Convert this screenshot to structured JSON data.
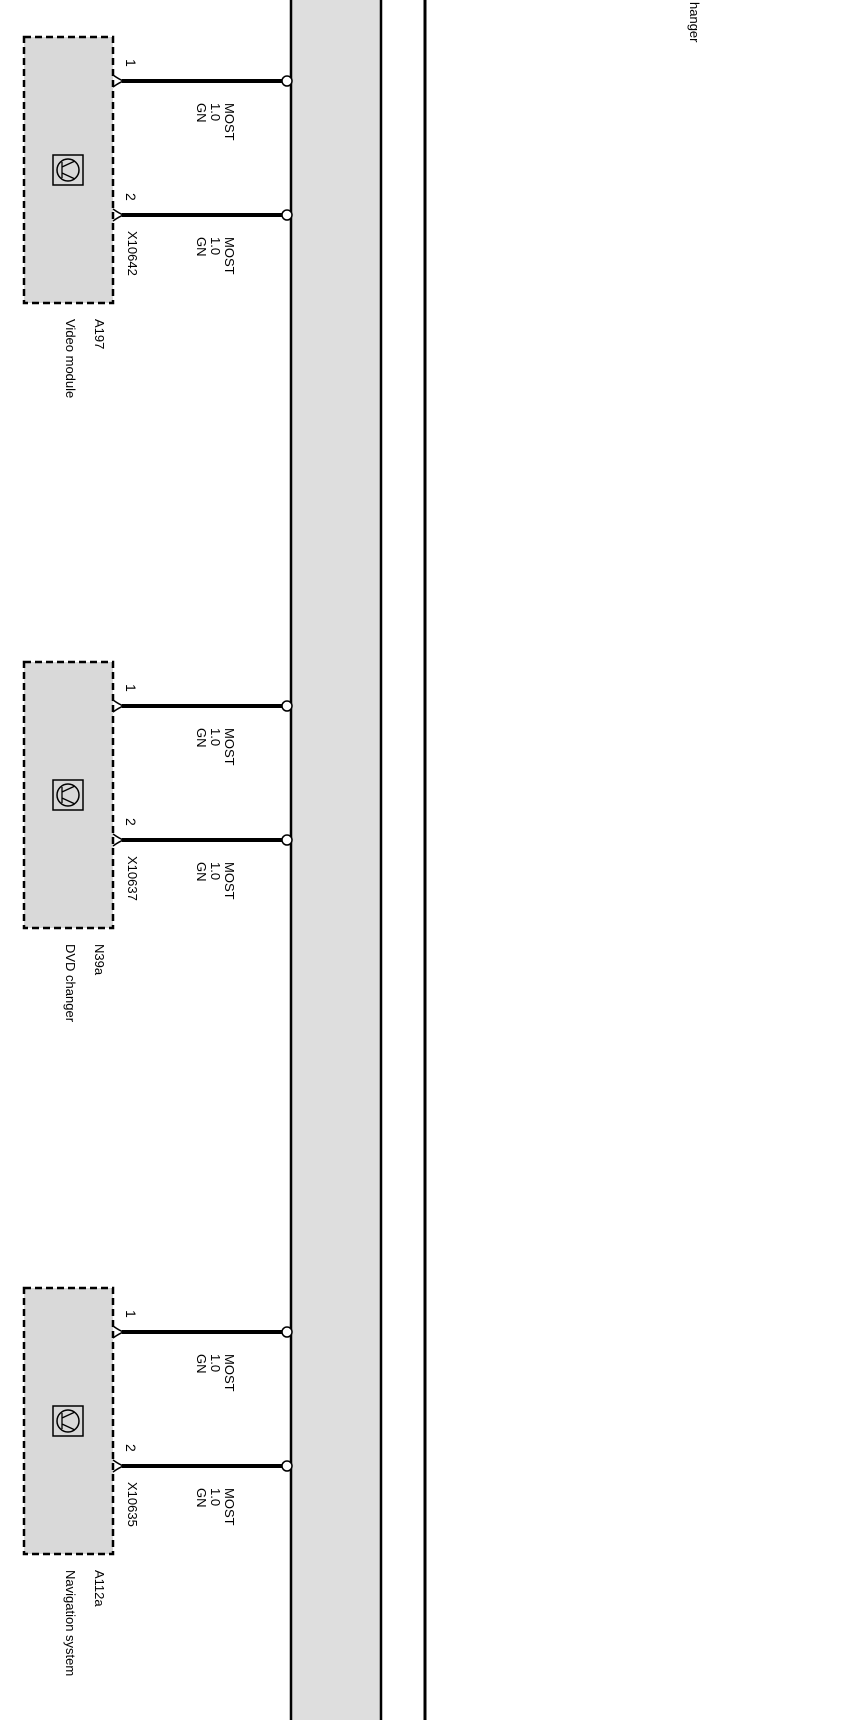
{
  "diagram": {
    "colors": {
      "bus_fill": "#dedede",
      "component_fill": "#d9d9d9",
      "line": "#000000"
    },
    "top_partial_label": "hanger",
    "components": [
      {
        "id": "A197",
        "name": "Video module",
        "connector": "X10642",
        "icon": "transistor-symbol-icon",
        "pins": [
          {
            "pin": "1",
            "wire": [
              "MOST",
              "1.0",
              "GN"
            ]
          },
          {
            "pin": "2",
            "wire": [
              "MOST",
              "1.0",
              "GN"
            ]
          }
        ]
      },
      {
        "id": "N39a",
        "name": "DVD changer",
        "connector": "X10637",
        "icon": "transistor-symbol-icon",
        "pins": [
          {
            "pin": "1",
            "wire": [
              "MOST",
              "1.0",
              "GN"
            ]
          },
          {
            "pin": "2",
            "wire": [
              "MOST",
              "1.0",
              "GN"
            ]
          }
        ]
      },
      {
        "id": "A112a",
        "name": "Navigation system",
        "connector": "X10635",
        "icon": "transistor-symbol-icon",
        "pins": [
          {
            "pin": "1",
            "wire": [
              "MOST",
              "1.0",
              "GN"
            ]
          },
          {
            "pin": "2",
            "wire": [
              "MOST",
              "1.0",
              "GN"
            ]
          }
        ]
      }
    ]
  }
}
